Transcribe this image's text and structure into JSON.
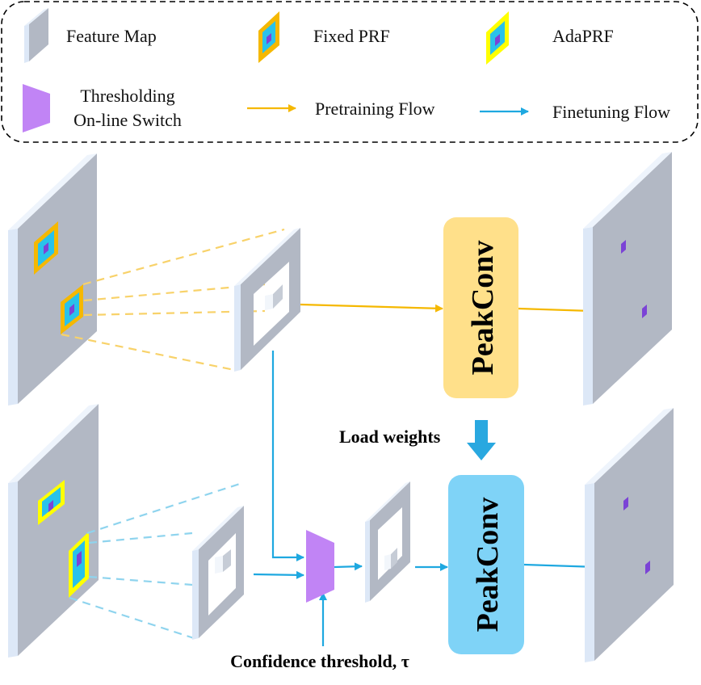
{
  "legend": {
    "feature_map": "Feature Map",
    "fixed_prf": "Fixed PRF",
    "adaprf": "AdaPRF",
    "switch_line1": "Thresholding",
    "switch_line2": "On-line Switch",
    "pretraining_flow": "Pretraining Flow",
    "finetuning_flow": "Finetuning Flow"
  },
  "blocks": {
    "top": "PeakConv",
    "bottom": "PeakConv"
  },
  "labels": {
    "load_weights": "Load weights",
    "confidence_threshold": "Confidence threshold, τ"
  },
  "colors": {
    "pretraining": "#f5b800",
    "finetuning": "#1ea8e0",
    "peakconv_top": "#ffe08a",
    "peakconv_bottom": "#7fd3f7",
    "switch": "#c184f5",
    "feature_map_face": "#b2b8c4",
    "feature_map_edge": "#dde8f7",
    "prf_cyan": "#29c2ea",
    "peak_purple": "#7b43d6",
    "fixed_prf_frame": "#f5b800",
    "adaprf_frame": "#ffff00",
    "load_arrow": "#29a8e0"
  }
}
